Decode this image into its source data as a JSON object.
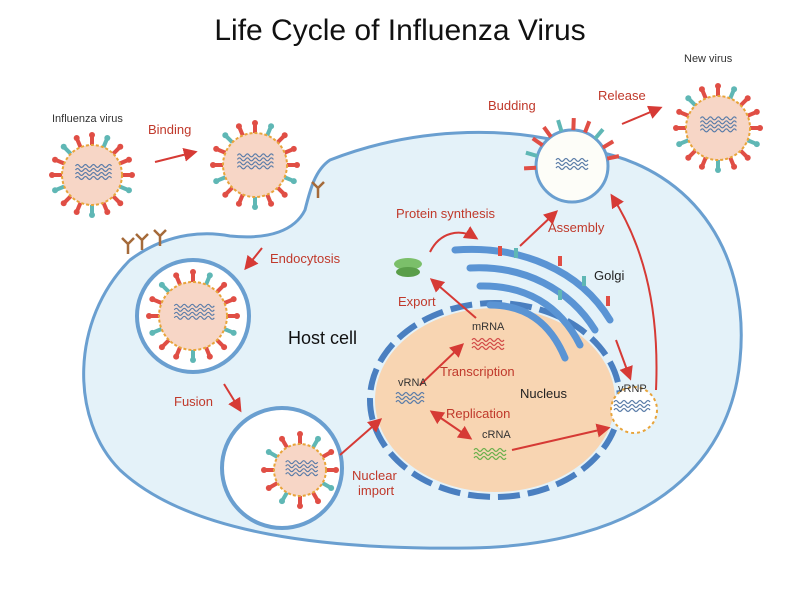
{
  "title": "Life Cycle of Influenza Virus",
  "labels": {
    "influenza_virus": "Influenza virus",
    "binding": "Binding",
    "endocytosis": "Endocytosis",
    "fusion": "Fusion",
    "nuclear_import_1": "Nuclear",
    "nuclear_import_2": "import",
    "host_cell": "Host cell",
    "nucleus": "Nucleus",
    "vrna": "vRNA",
    "mrna": "mRNA",
    "crna": "cRNA",
    "transcription": "Transcription",
    "replication": "Replication",
    "export": "Export",
    "protein_synthesis": "Protein synthesis",
    "golgi": "Golgi",
    "assembly": "Assembly",
    "vrnp": "vRNP",
    "budding": "Budding",
    "release": "Release",
    "new_virus": "New virus"
  },
  "colors": {
    "cell_fill": "#e4f2f9",
    "cell_stroke": "#6a9fd0",
    "nucleus_fill": "#f8d5b2",
    "nucleus_stroke": "#4a7fc0",
    "arrow": "#d63a35",
    "virus_red": "#e04e45",
    "virus_teal": "#5fb7b5",
    "virus_core": "#f7d6c6",
    "golgi": "#5a94d4",
    "rna_blue": "#5a7ca8",
    "rna_green": "#6ab04c",
    "rna_red": "#d24a47"
  }
}
